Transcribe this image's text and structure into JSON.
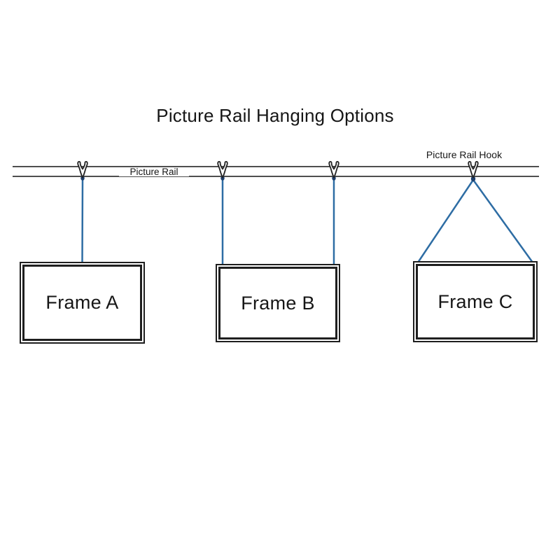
{
  "title": "Picture Rail Hanging Options",
  "rail": {
    "label": "Picture Rail",
    "hook_label": "Picture Rail Hook"
  },
  "frames": [
    {
      "label": "Frame A",
      "hanging_style": "single vertical wire from one hook"
    },
    {
      "label": "Frame B",
      "hanging_style": "two vertical wires from two hooks"
    },
    {
      "label": "Frame C",
      "hanging_style": "two angled wires from one hook (triangle)"
    }
  ],
  "icons": {
    "hook": "picture-rail-hook-icon"
  },
  "colors": {
    "wire": "#2e6da4",
    "rail": "#4f4f4f",
    "frame_border": "#1f1f1f",
    "text": "#161616",
    "hook_knot": "#1e3f6d",
    "background": "#ffffff"
  }
}
